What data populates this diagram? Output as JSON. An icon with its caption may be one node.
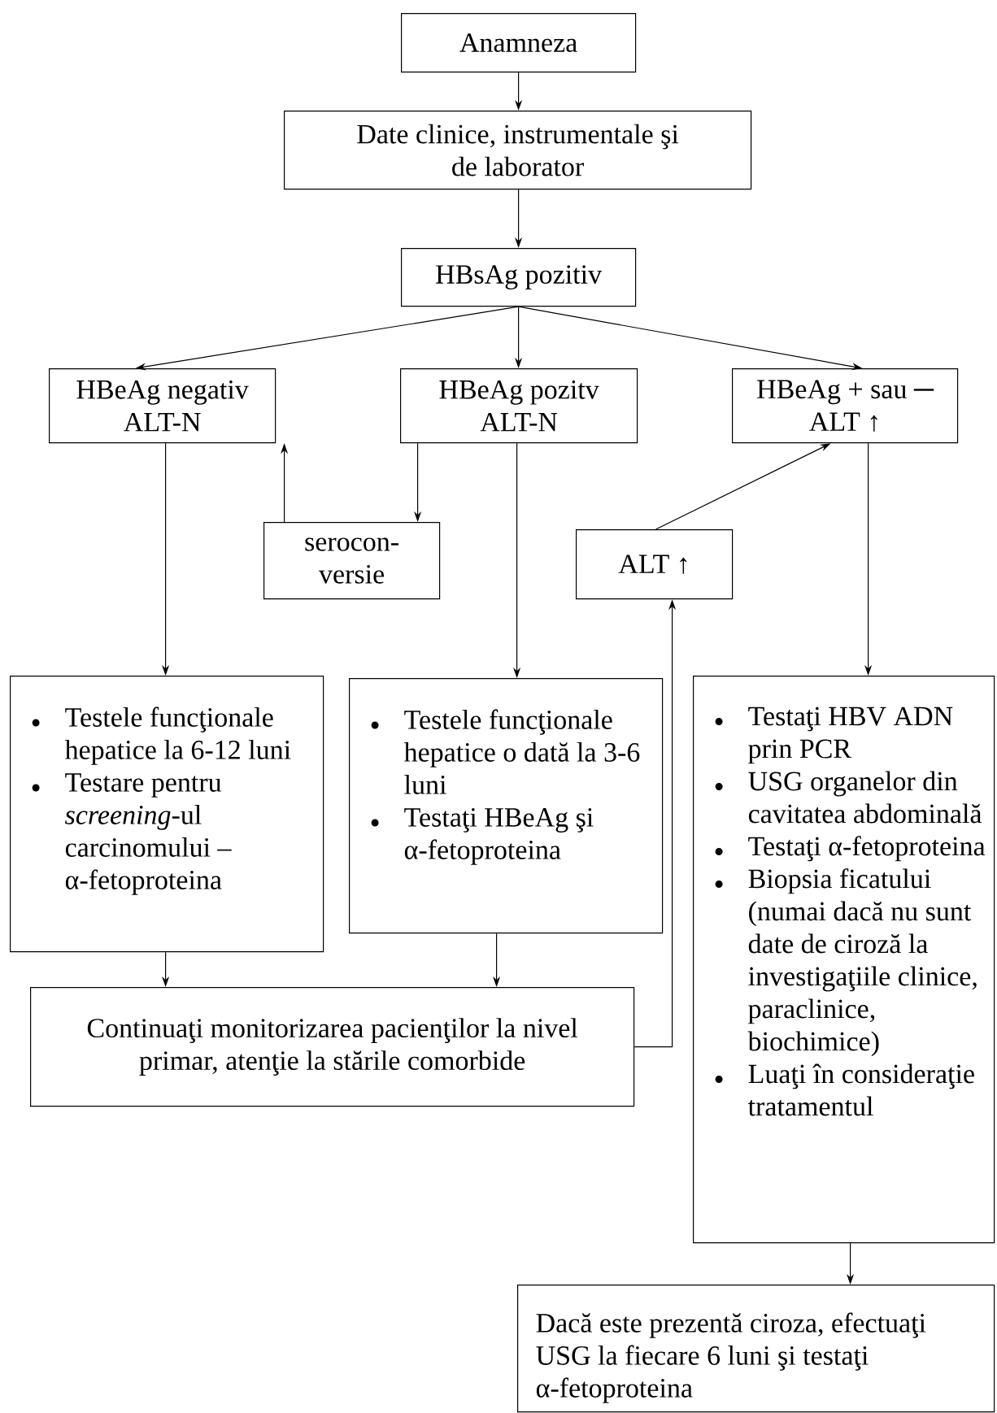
{
  "diagram": {
    "nodes": [
      {
        "text": [
          "Anamneza"
        ]
      },
      {
        "text": [
          "Date clinice, instrumentale şi de laborator"
        ]
      },
      {
        "text": [
          "HBsAg pozitiv"
        ]
      },
      {
        "text": [
          "HBeAg negativ",
          "ALT-N"
        ]
      },
      {
        "text": [
          "HBeAg pozitv",
          "ALT-N"
        ]
      },
      {
        "text": [
          "HBeAg + sau ─",
          "ALT ↑"
        ]
      },
      {
        "text": [
          "serocon- versie"
        ]
      },
      {
        "text": [
          "ALT ↑"
        ]
      },
      {
        "text": [
          "Testele funcţionale hepatice la 6-12 luni",
          "Testare pentru *screening*-ul carcinomului – α-fetoproteina"
        ]
      },
      {
        "text": [
          "Testele funcţionale hepatice o dată la 3-6 luni",
          "Testaţi HBeAg şi α-fetoproteina"
        ]
      },
      {
        "text": [
          "Testaţi HBV ADN prin PCR",
          "USG organelor din cavitatea abdominală",
          "Testaţi α-fetoproteina",
          "Biopsia ficatului (numai dacă nu sunt date de ciroză la investigaţiile clinice, paraclinice, biochimice)",
          "Luaţi în consideraţie tratamentul"
        ]
      },
      {
        "text": [
          "Continuaţi monitorizarea pacienţilor la nivel primar, atenţie la stările comorbide"
        ]
      },
      {
        "text": [
          "Dacă este prezentă ciroza, efectuaţi USG la fiecare 6 luni şi testaţi α-fetoproteina"
        ]
      }
    ],
    "edges": [
      {
        "from": 0,
        "to": 1,
        "arrow": "to"
      },
      {
        "from": 1,
        "to": 2,
        "arrow": "to"
      },
      {
        "from": 2,
        "to": 3,
        "arrow": "to"
      },
      {
        "from": 2,
        "to": 4,
        "arrow": "to"
      },
      {
        "from": 2,
        "to": 5,
        "arrow": "to"
      },
      {
        "from": 3,
        "to": 8,
        "arrow": "to"
      },
      {
        "from": 4,
        "to": 6,
        "arrow": "to"
      },
      {
        "from": 6,
        "to": 3,
        "arrow": "to"
      },
      {
        "from": 4,
        "to": 9,
        "arrow": "to"
      },
      {
        "from": 5,
        "to": 10,
        "arrow": "to"
      },
      {
        "from": 7,
        "to": 5,
        "arrow": "to"
      },
      {
        "from": 8,
        "to": 11,
        "arrow": "to"
      },
      {
        "from": 9,
        "to": 11,
        "arrow": "to"
      },
      {
        "from": 11,
        "to": 7,
        "arrow": "to"
      },
      {
        "from": 10,
        "to": 12,
        "arrow": "to"
      }
    ]
  }
}
